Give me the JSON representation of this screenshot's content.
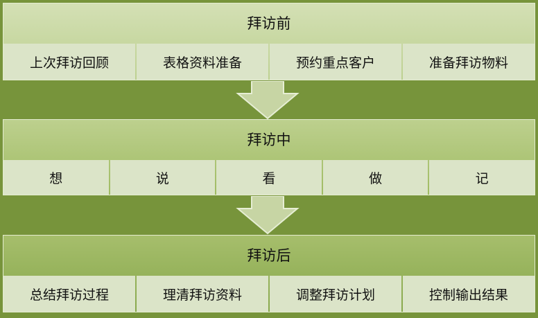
{
  "stages": [
    {
      "title": "拜访前",
      "steps": [
        "上次拜访回顾",
        "表格资料准备",
        "预约重点客户",
        "准备拜访物料"
      ]
    },
    {
      "title": "拜访中",
      "steps": [
        "想",
        "说",
        "看",
        "做",
        "记"
      ]
    },
    {
      "title": "拜访后",
      "steps": [
        "总结拜访过程",
        "理清拜访资料",
        "调整拜访计划",
        "控制输出结果"
      ]
    }
  ],
  "colors": {
    "background": "#77943b",
    "arrow": "#c7d5a4",
    "step_cell": "#dbe4c8"
  }
}
